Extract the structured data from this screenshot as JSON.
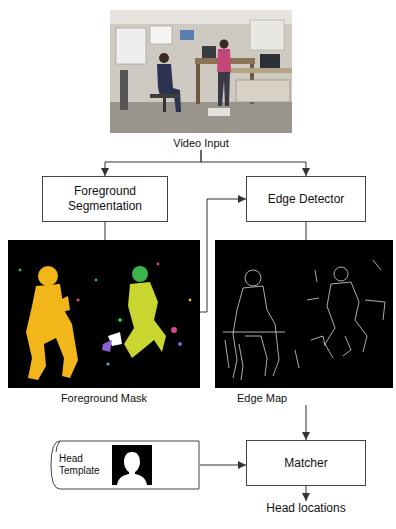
{
  "diagram": {
    "nodes": [
      {
        "text": [
          "Video Input"
        ]
      },
      {
        "text": [
          "Foreground Segmentation"
        ]
      },
      {
        "text": [
          "Edge Detector"
        ]
      },
      {
        "text": [
          "Foreground Mask"
        ]
      },
      {
        "text": [
          "Edge Map"
        ]
      },
      {
        "text": [
          "Head Template"
        ]
      },
      {
        "text": [
          "Matcher"
        ]
      },
      {
        "text": [
          "Head locations"
        ]
      }
    ],
    "edges": [
      {
        "from": 0,
        "to": 1,
        "arrow": "to"
      },
      {
        "from": 0,
        "to": 2,
        "arrow": "to"
      },
      {
        "from": 1,
        "to": 3,
        "arrow": "none"
      },
      {
        "from": 2,
        "to": 4,
        "arrow": "none"
      },
      {
        "from": 3,
        "to": 2,
        "arrow": "to"
      },
      {
        "from": 4,
        "to": 6,
        "arrow": "to"
      },
      {
        "from": 5,
        "to": 6,
        "arrow": "to"
      },
      {
        "from": 6,
        "to": 7,
        "arrow": "to"
      }
    ]
  }
}
